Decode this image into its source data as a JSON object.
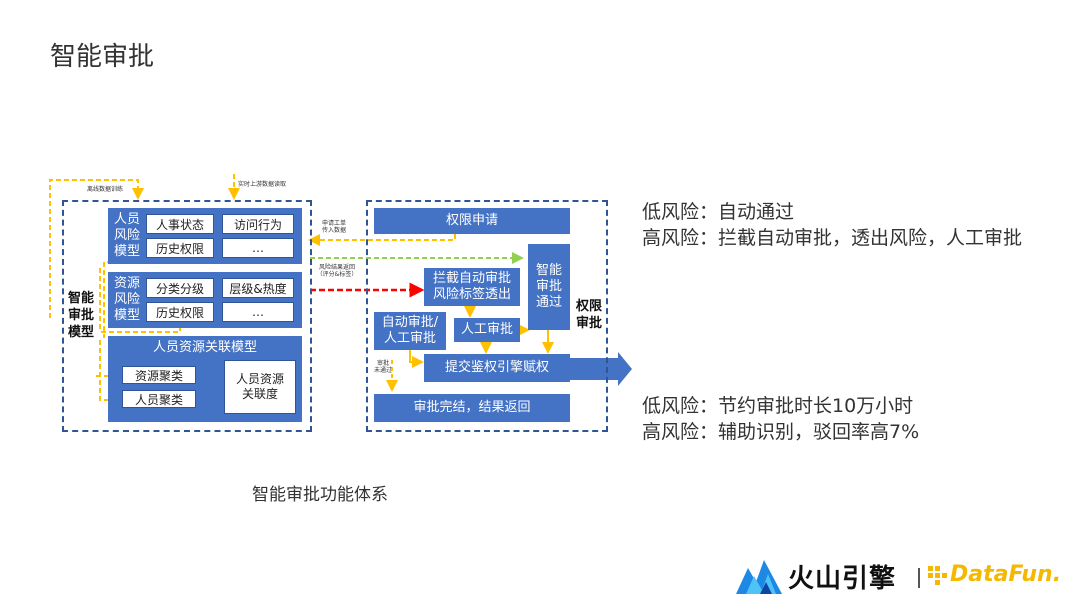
{
  "page": {
    "title": "智能审批",
    "caption": "智能审批功能体系"
  },
  "left_panel": {
    "outer_label": "智能\n审批\n模型",
    "top_note_offline": "离线数据训练",
    "top_note_realtime": "实时上游数据读取",
    "person_model": {
      "label": "人员\n风险\n模型",
      "cells": [
        "人事状态",
        "访问行为",
        "历史权限",
        "…"
      ]
    },
    "resource_model": {
      "label": "资源\n风险\n模型",
      "cells": [
        "分类分级",
        "层级&热度",
        "历史权限",
        "…"
      ]
    },
    "assoc_model": {
      "title": "人员资源关联模型",
      "cluster_resource": "资源聚类",
      "cluster_person": "人员聚类",
      "relevance": "人员资源\n关联度"
    }
  },
  "middle_notes": {
    "request_note": "申请工单\n传入数据",
    "risk_note": "风险结果返回\n（评分&标签）",
    "reject_note": "审批\n未通过"
  },
  "right_panel": {
    "outer_label": "权限\n审批",
    "perm_apply": "权限申请",
    "intercept": "拦截自动审批\n风险标签透出",
    "smart_pass": "智能\n审批\n通过",
    "auto_manual": "自动审批/\n人工审批",
    "manual": "人工审批",
    "submit": "提交鉴权引擎赋权",
    "complete": "审批完结，结果返回"
  },
  "side_texts": {
    "low_risk_1": "低风险：自动通过",
    "high_risk_1": "高风险：拦截自动审批，透出风险，人工审批",
    "low_risk_2": "低风险：节约审批时长10万小时",
    "high_risk_2": "高风险：辅助识别，驳回率高7%"
  },
  "logos": {
    "volcano": "火山引擎",
    "datafun": "DataFun."
  },
  "colors": {
    "box_blue": "#4472c4",
    "frame_blue": "#2f5597",
    "arrow_orange": "#ffc000",
    "arrow_red": "#ff0000",
    "arrow_green": "#92d050"
  }
}
